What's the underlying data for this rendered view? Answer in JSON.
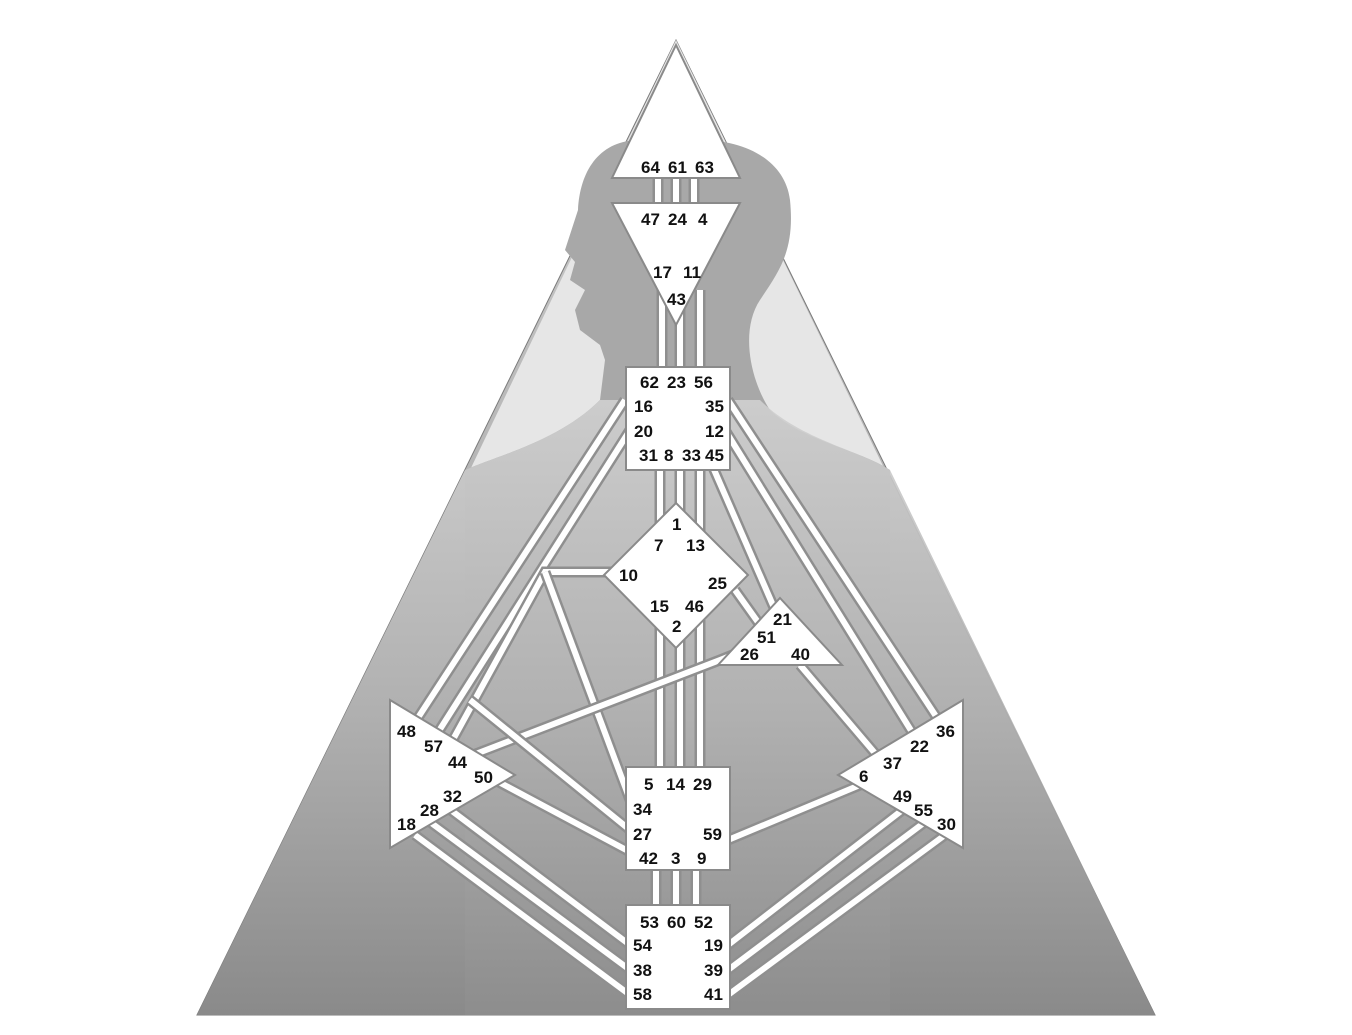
{
  "colors": {
    "background": "#ffffff",
    "triangle_light": "#e4e4e4",
    "silhouette": "#a3a3a3",
    "body_gradient_top": "#c8c8c8",
    "body_gradient_bottom": "#8c8c8c",
    "center_fill": "#ffffff",
    "outline": "#8a8a8a",
    "text": "#111111"
  },
  "centers": {
    "head": {
      "gates": [
        "64",
        "61",
        "63"
      ]
    },
    "ajna": {
      "gates": [
        "47",
        "24",
        "4",
        "17",
        "11",
        "43"
      ]
    },
    "throat": {
      "gates": [
        "62",
        "23",
        "56",
        "16",
        "35",
        "20",
        "12",
        "31",
        "8",
        "33",
        "45"
      ]
    },
    "g_center": {
      "gates": [
        "1",
        "7",
        "13",
        "10",
        "25",
        "15",
        "46",
        "2"
      ]
    },
    "heart": {
      "gates": [
        "21",
        "51",
        "26",
        "40"
      ]
    },
    "spleen": {
      "gates": [
        "48",
        "57",
        "44",
        "50",
        "32",
        "28",
        "18"
      ]
    },
    "solar_plexus": {
      "gates": [
        "36",
        "22",
        "37",
        "6",
        "49",
        "55",
        "30"
      ]
    },
    "sacral": {
      "gates": [
        "5",
        "14",
        "29",
        "34",
        "27",
        "59",
        "42",
        "3",
        "9"
      ]
    },
    "root": {
      "gates": [
        "53",
        "60",
        "52",
        "54",
        "19",
        "38",
        "39",
        "58",
        "41"
      ]
    }
  }
}
